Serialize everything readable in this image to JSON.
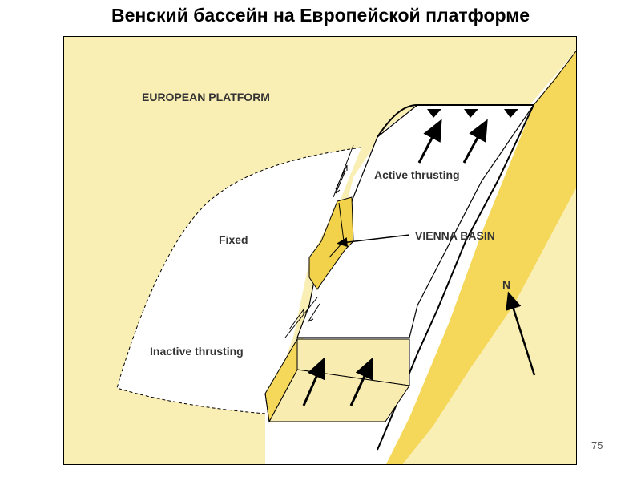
{
  "slide": {
    "title": "Венский бассейн на Европейской платформе",
    "page_number": "75"
  },
  "diagram": {
    "labels": {
      "european_platform": "EUROPEAN PLATFORM",
      "active_thrusting": "Active thrusting",
      "vienna_basin": "VIENNA BASIN",
      "fixed": "Fixed",
      "inactive_thrusting": "Inactive thrusting",
      "north": "N"
    },
    "colors": {
      "platform_fill": "#f9eeb4",
      "side_face_fill": "#f5d85a",
      "basin_fill": "#f2d24a",
      "inactive_fill": "#f9ecb0",
      "line": "#000000",
      "text": "#333333"
    }
  }
}
